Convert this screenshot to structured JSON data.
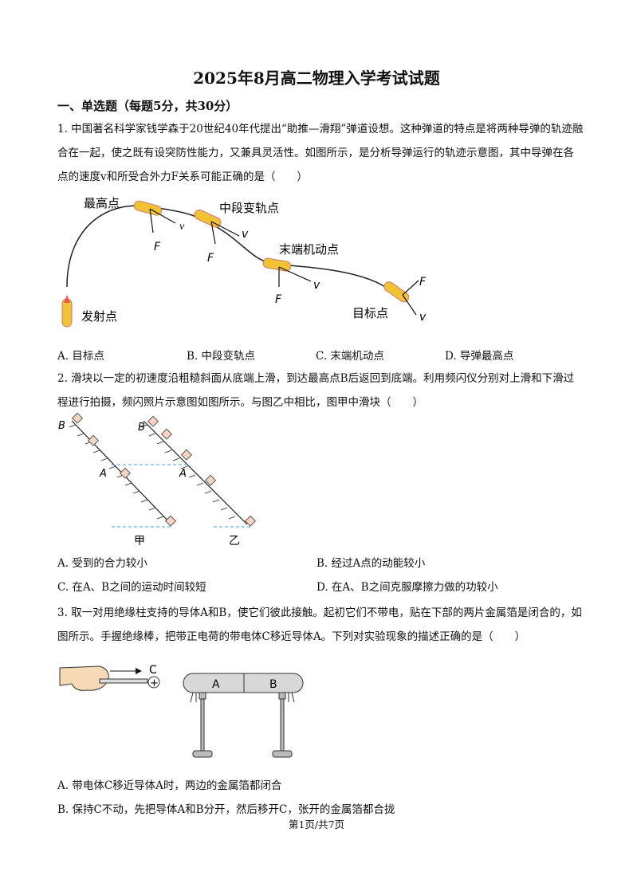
{
  "title": "2025年8月高二物理入学考试试题",
  "section": "一、单选题（每题5分，共30分）",
  "q1": {
    "text": "1. 中国著名科学家钱学森于20世纪40年代提出“助推—滑翔”弹道设想。这种弹道的特点是将两种导弹的轨迹融合在一起，使之既有设突防性能力，又兼具灵活性。如图所示，是分析导弹运行的轨迹示意图，其中导弹在各点的速度v和所受合外力F关系可能正确的是（　　）",
    "figure": {
      "launch": "发射点",
      "top": "最高点",
      "mid": "中段变轨点",
      "end": "末端机动点",
      "target": "目标点",
      "v": "v",
      "F": "F"
    },
    "options": [
      "A. 目标点",
      "B. 中段变轨点",
      "C. 末端机动点",
      "D. 导弹最高点"
    ]
  },
  "q2": {
    "text": "2. 滑块以一定的初速度沿粗糙斜面从底端上滑，到达最高点B后返回到底端。利用频闪仪分别对上滑和下滑过程进行拍摄，频闪照片示意图如图所示。与图乙中相比，图甲中滑块（　　）",
    "figure": {
      "B": "B",
      "A": "A",
      "jia": "甲",
      "yi": "乙"
    },
    "options": [
      "A. 受到的合力较小",
      "B. 经过A点的动能较小",
      "C. 在A、B之间的运动时间较短",
      "D. 在A、B之间克服摩擦力做的功较小"
    ]
  },
  "q3": {
    "text": "3. 取一对用绝缘柱支持的导体A和B，使它们彼此接触。起初它们不带电，贴在下部的两片金属箔是闭合的，如图所示。手握绝缘棒，把带正电荷的带电体C移近导体A。下列对实验现象的描述正确的是（　　）",
    "figure": {
      "C": "C",
      "A": "A",
      "B": "B",
      "plus": "+"
    },
    "options": [
      "A. 带电体C移近导体A时，两边的金属箔都闭合",
      "B. 保持C不动，先把导体A和B分开，然后移开C，张开的金属箔都合拢"
    ]
  },
  "footer": "第1页/共7页"
}
